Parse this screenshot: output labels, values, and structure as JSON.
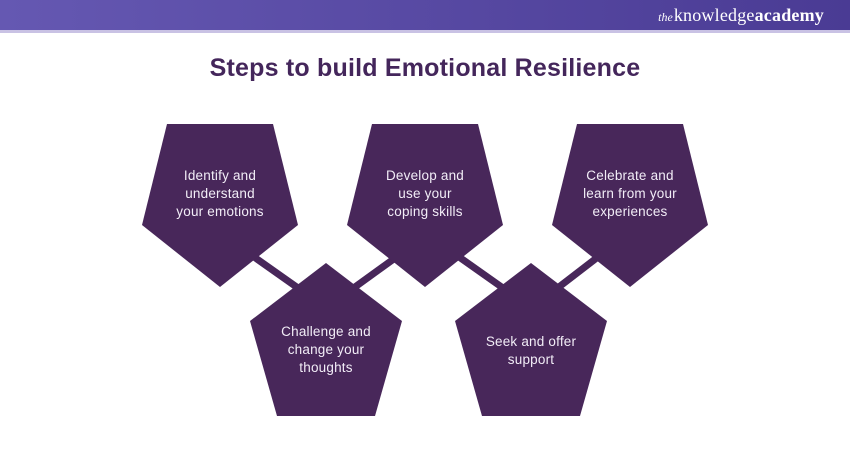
{
  "header": {
    "logo": {
      "prefix": "the",
      "word1": "knowledge",
      "word2": "academy"
    }
  },
  "title": "Steps to build Emotional Resilience",
  "steps": [
    {
      "position": "top-left",
      "label": "Identify and\nunderstand\nyour emotions"
    },
    {
      "position": "bottom-left",
      "label": "Challenge and\nchange your\nthoughts"
    },
    {
      "position": "top-center",
      "label": "Develop and\nuse your\ncoping skills"
    },
    {
      "position": "bottom-right",
      "label": "Seek and offer\nsupport"
    },
    {
      "position": "top-right",
      "label": "Celebrate and\nlearn from your\nexperiences"
    }
  ],
  "colors": {
    "pentagon": "#48275a",
    "title": "#44265b",
    "header_grad_start": "#6558b2",
    "header_grad_end": "#4a3b94",
    "header_underline": "#c9c2e4",
    "step_text": "#f2edf7"
  }
}
